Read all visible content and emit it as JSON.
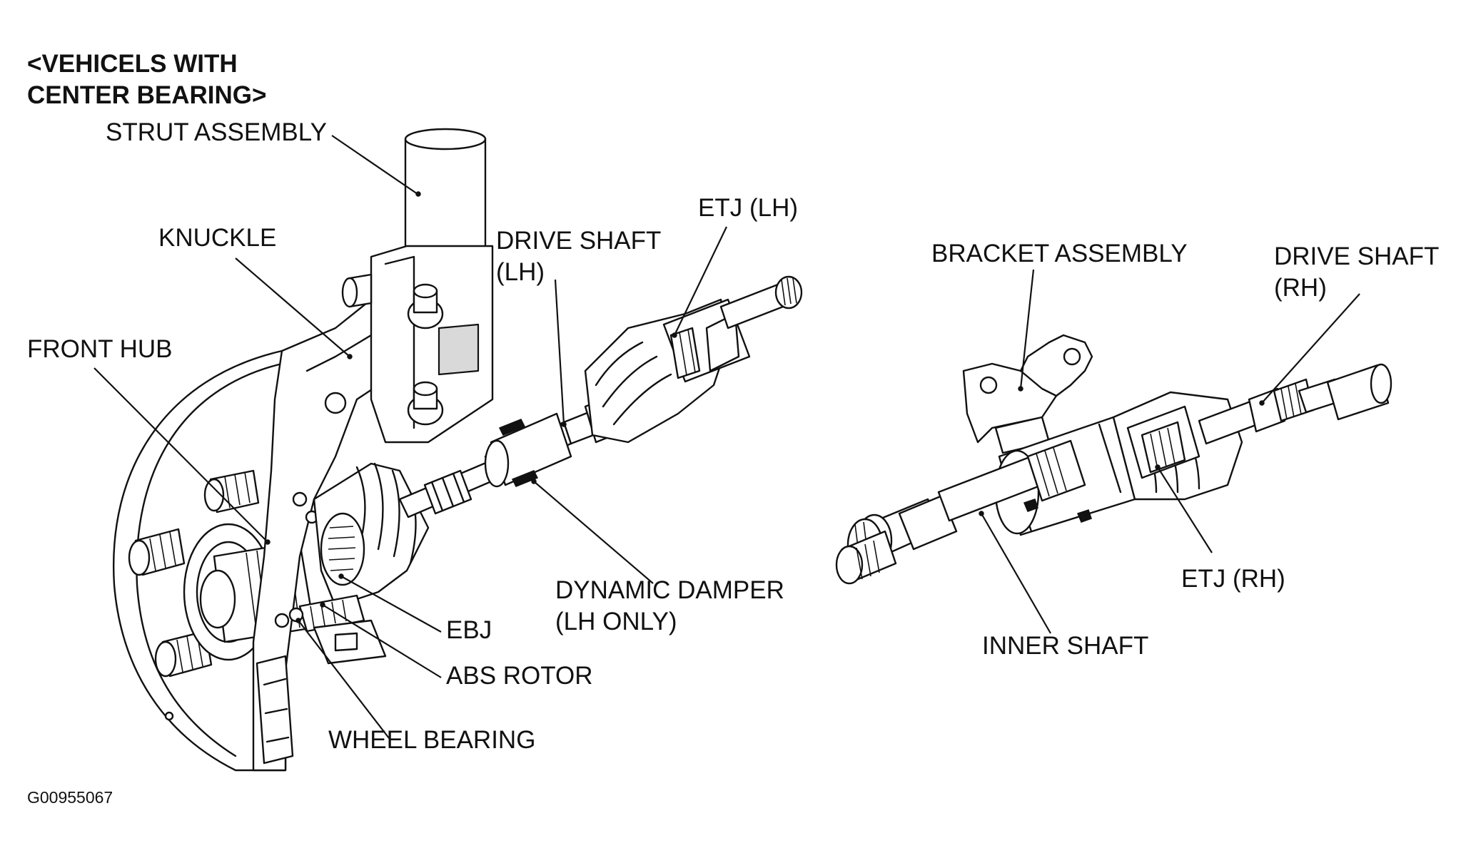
{
  "heading": {
    "line1": "<VEHICELS WITH",
    "line2": "CENTER BEARING>"
  },
  "labels": {
    "strut_assembly": "STRUT ASSEMBLY",
    "knuckle": "KNUCKLE",
    "front_hub": "FRONT HUB",
    "drive_shaft_lh_line1": "DRIVE SHAFT",
    "drive_shaft_lh_line2": "(LH)",
    "etj_lh": "ETJ (LH)",
    "dynamic_damper_line1": "DYNAMIC DAMPER",
    "dynamic_damper_line2": "(LH ONLY)",
    "ebj": "EBJ",
    "abs_rotor": "ABS ROTOR",
    "wheel_bearing": "WHEEL BEARING",
    "bracket_assembly": "BRACKET ASSEMBLY",
    "drive_shaft_rh_line1": "DRIVE SHAFT",
    "drive_shaft_rh_line2": "(RH)",
    "etj_rh": "ETJ (RH)",
    "inner_shaft": "INNER SHAFT"
  },
  "figure_id": "G00955067"
}
